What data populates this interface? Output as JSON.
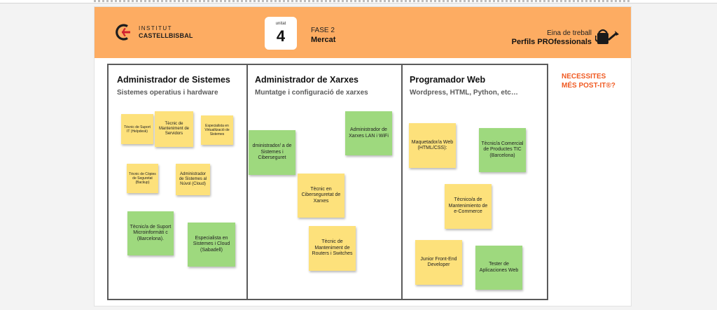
{
  "header": {
    "logo_line1": "INSTITUT",
    "logo_line2": "CASTELLBISBAL",
    "unit_label": "unitat",
    "unit_number": "4",
    "phase": "FASE 2",
    "phase_name": "Mercat",
    "tool_label": "Eina de treball",
    "tool_name": "Perfils PROfessionals",
    "colors": {
      "header_bg": "#fdac62",
      "logo_red": "#d1202f",
      "logo_dark": "#1d1d1d"
    }
  },
  "cta": {
    "line1": "NECESSITES",
    "line2": "MÉS POST-IT®?",
    "color": "#f05a22"
  },
  "note_colors": {
    "yellow": "#fde17b",
    "green": "#9ed97e"
  },
  "columns": [
    {
      "title": "Administrador de Sistemes",
      "subtitle": "Sistemes operatius i hardware",
      "notes": [
        {
          "text": "Tècnic de Suport IT (Helpdesk)",
          "color": "yellow"
        },
        {
          "text": "Tècnic de Manteniment de Servidors",
          "color": "yellow"
        },
        {
          "text": "Especialista en Virtualització de Sistemes",
          "color": "yellow"
        },
        {
          "text": "Tècnic de Còpies de Seguretat (Backup)",
          "color": "yellow"
        },
        {
          "text": "Administrador de Sistemes al Núvol (Cloud)",
          "color": "yellow"
        },
        {
          "text": "Tècnic/a de Suport Microinformàti c (Barcelona).",
          "color": "green"
        },
        {
          "text": "Especialista en Sistemes i Cloud (Sabadell)",
          "color": "green"
        }
      ]
    },
    {
      "title": "Administrador de Xarxes",
      "subtitle": "Muntatge i configuració de xarxes",
      "notes": [
        {
          "text": "dministrador/ a de Sistemes i Ciberseguret",
          "color": "green"
        },
        {
          "text": "Administrador de Xarxes LAN i WiFi",
          "color": "green"
        },
        {
          "text": "Tècnic en Ciberseguretat de Xarxes",
          "color": "yellow"
        },
        {
          "text": "Tècnic de Manteniment de Routers i Switches",
          "color": "yellow"
        }
      ]
    },
    {
      "title": "Programador Web",
      "subtitle": "Wordpress, HTML, Python, etc…",
      "notes": [
        {
          "text": "Maquetador/a Web (HTML/CSS):",
          "color": "yellow"
        },
        {
          "text": "Tècnic/a Comercial de Productes TIC (Barcelona)",
          "color": "green"
        },
        {
          "text": "Tècnico/a de Mantenimiento de e-Commerce",
          "color": "yellow"
        },
        {
          "text": "Junior Front-End Developer",
          "color": "yellow"
        },
        {
          "text": "Tester de Aplicaciones Web",
          "color": "green"
        }
      ]
    }
  ]
}
